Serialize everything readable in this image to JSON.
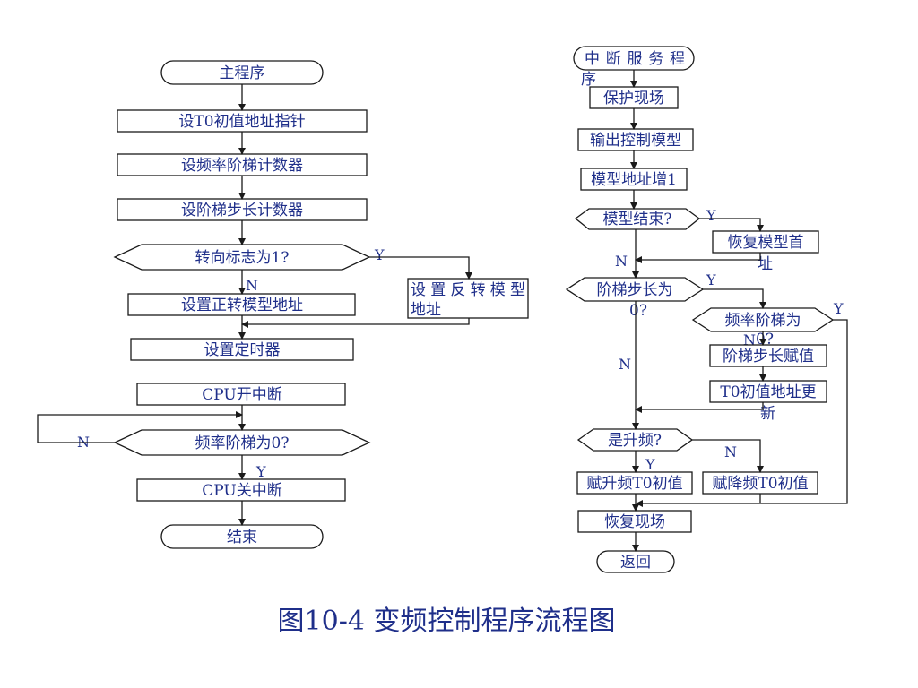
{
  "figure": {
    "caption": "图10-4  变频控制程序流程图",
    "text_color": "#1f2f8a",
    "line_color": "#1a1a1a"
  },
  "main": {
    "start": "主程序",
    "set_t0_pointer": "设T0初值地址指针",
    "set_freq_counter": "设频率阶梯计数器",
    "set_step_counter": "设阶梯步长计数器",
    "dir_decision": "转向标志为1?",
    "set_fwd": "设置正转模型地址",
    "set_rev_line1": "设置反转模型",
    "set_rev_line2": "地址",
    "set_timer": "设置定时器",
    "cpu_enable": "CPU开中断",
    "freq_zero_decision": "频率阶梯为0?",
    "cpu_disable": "CPU关中断",
    "end": "结束",
    "yes": "Y",
    "no": "N"
  },
  "isr": {
    "start_line1": "中断服务程",
    "start_line2": "序",
    "save_context": "保护现场",
    "output_model": "输出控制模型",
    "model_addr_inc": "模型地址增1",
    "model_end_decision": "模型结束?",
    "restore_first_line1": "恢复模型首",
    "restore_first_line2": "址",
    "step_zero_line1": "阶梯步长为",
    "step_zero_line2": "0?",
    "freq_step_line1": "频率阶梯为",
    "freq_step_line2": "0?",
    "assign_step": "阶梯步长赋值",
    "update_t0_line1": "T0初值地址更",
    "update_t0_line2": "新",
    "up_decision": "是升频?",
    "assign_up": "赋升频T0初值",
    "assign_down": "赋降频T0初值",
    "restore_context": "恢复现场",
    "return": "返回",
    "yes": "Y",
    "no": "N"
  }
}
